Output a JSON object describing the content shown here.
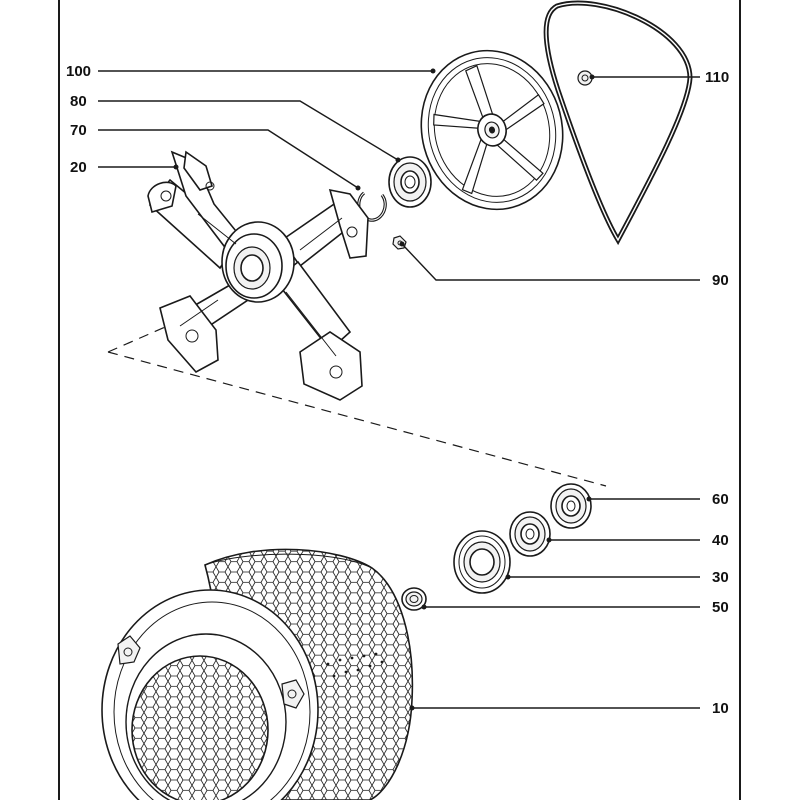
{
  "diagram": {
    "callouts": [
      {
        "id": "c100",
        "label": "100",
        "part": "belt-pulley"
      },
      {
        "id": "c80",
        "label": "80",
        "part": "bearing-small"
      },
      {
        "id": "c70",
        "label": "70",
        "part": "circlip"
      },
      {
        "id": "c20",
        "label": "20",
        "part": "drum-spider"
      },
      {
        "id": "c110",
        "label": "110",
        "part": "drive-belt"
      },
      {
        "id": "c90",
        "label": "90",
        "part": "pulley-bolt"
      },
      {
        "id": "c60",
        "label": "60",
        "part": "bearing-outer"
      },
      {
        "id": "c40",
        "label": "40",
        "part": "bearing-inner"
      },
      {
        "id": "c30",
        "label": "30",
        "part": "shaft-seal"
      },
      {
        "id": "c50",
        "label": "50",
        "part": "sleeve-ring"
      },
      {
        "id": "c10",
        "label": "10",
        "part": "drum"
      }
    ]
  }
}
